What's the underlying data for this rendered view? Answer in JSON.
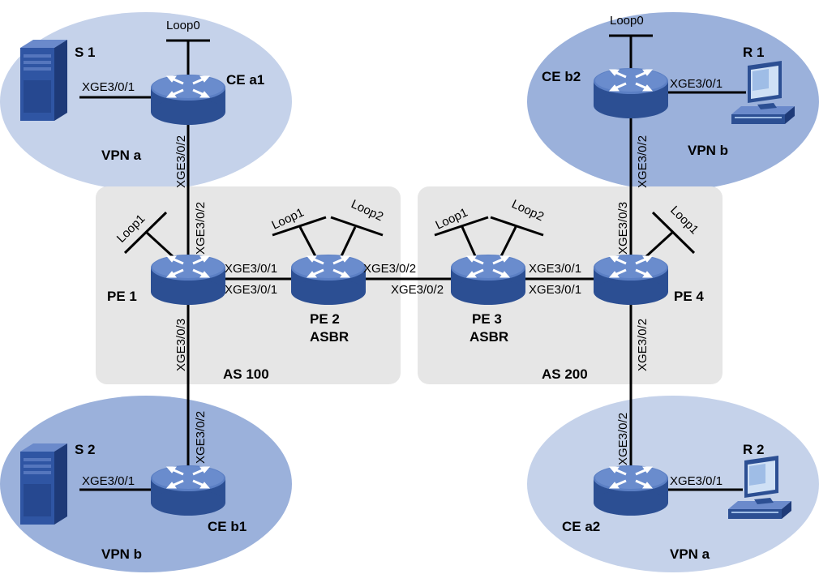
{
  "colors": {
    "vpn_a": "#c5d2ea",
    "vpn_b": "#9bb1db",
    "as_box": "#e6e6e6",
    "router_top": "#5b7fc4",
    "router_side": "#2c4f93",
    "link": "#000000"
  },
  "icons": {
    "router": "router-icon",
    "server": "server-icon",
    "pc": "pc-icon"
  },
  "areas": {
    "as100": "AS 100",
    "as200": "AS 200"
  },
  "vpn_labels": {
    "top_left": "VPN a",
    "top_right": "VPN b",
    "bottom_left": "VPN b",
    "bottom_right": "VPN a"
  },
  "devices": {
    "s1": "S 1",
    "s2": "S 2",
    "r1": "R 1",
    "r2": "R 2",
    "cea1": "CE a1",
    "ceb1": "CE b1",
    "ceb2": "CE b2",
    "cea2": "CE a2",
    "pe1": "PE 1",
    "pe2": "PE 2",
    "pe2_role": "ASBR",
    "pe3": "PE 3",
    "pe3_role": "ASBR",
    "pe4": "PE 4"
  },
  "loopbacks": {
    "cea1": "Loop0",
    "ceb2": "Loop0",
    "pe1": "Loop1",
    "pe2_1": "Loop1",
    "pe2_2": "Loop2",
    "pe3_1": "Loop1",
    "pe3_2": "Loop2",
    "pe4": "Loop1"
  },
  "interfaces": {
    "s1_cea1": "XGE3/0/1",
    "cea1_down": "XGE3/0/2",
    "pe1_up": "XGE3/0/2",
    "pe1_right": "XGE3/0/1",
    "pe2_left": "XGE3/0/1",
    "pe2_right": "XGE3/0/2",
    "pe3_left": "XGE3/0/2",
    "pe3_right": "XGE3/0/1",
    "pe4_left": "XGE3/0/1",
    "pe1_down": "XGE3/0/3",
    "ceb1_up": "XGE3/0/2",
    "s2_ceb1": "XGE3/0/1",
    "ceb2_r1": "XGE3/0/1",
    "ceb2_down": "XGE3/0/2",
    "pe4_up": "XGE3/0/3",
    "pe4_down": "XGE3/0/2",
    "cea2_up": "XGE3/0/2",
    "cea2_r2": "XGE3/0/1"
  }
}
